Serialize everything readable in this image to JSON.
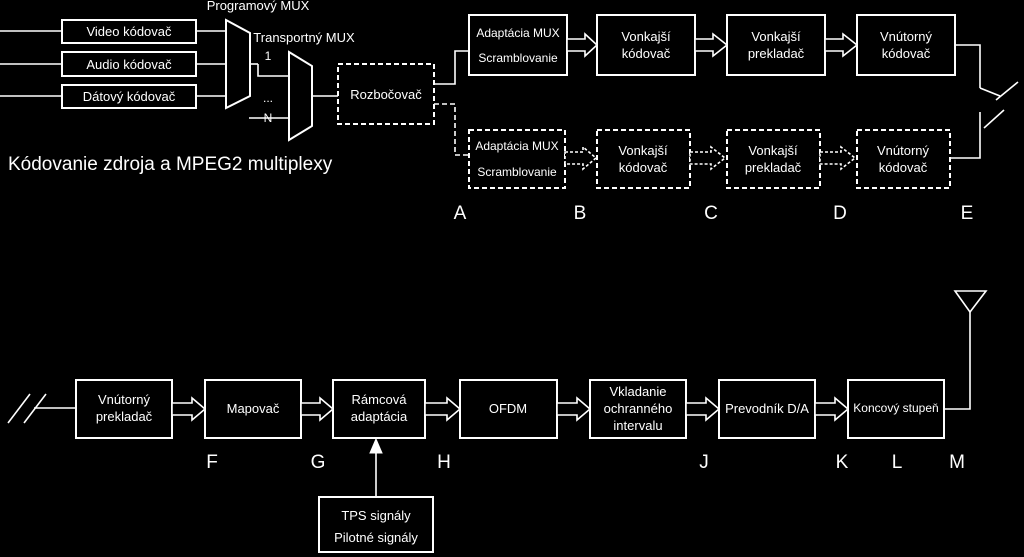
{
  "source": {
    "video": "Video kódovač",
    "audio": "Audio kódovač",
    "data": "Dátový kódovač",
    "program_mux": "Programový MUX",
    "transport_mux": "Transportný MUX",
    "tmux_1": "1",
    "tmux_dots": "...",
    "tmux_n": "N",
    "splitter": "Rozbočovač",
    "title": "Kódovanie zdroja a MPEG2 multiplexy"
  },
  "row1": {
    "adapt_line1": "Adaptácia MUX",
    "adapt_line2": "Scramblovanie",
    "outer_coder_1": "Vonkajší",
    "outer_coder_2": "kódovač",
    "outer_int_1": "Vonkajší",
    "outer_int_2": "prekladač",
    "inner_coder_1": "Vnútorný",
    "inner_coder_2": "kódovač"
  },
  "letters_top": [
    "A",
    "B",
    "C",
    "D",
    "E"
  ],
  "row2": {
    "inner_int_1": "Vnútorný",
    "inner_int_2": "prekladač",
    "mapper": "Mapovač",
    "frame_1": "Rámcová",
    "frame_2": "adaptácia",
    "ofdm": "OFDM",
    "guard_1": "Vkladanie",
    "guard_2": "ochranného",
    "guard_3": "intervalu",
    "dac": "Prevodník D/A",
    "final_stage": "Koncový stupeň",
    "tps": "TPS signály",
    "pilot": "Pilotné signály"
  },
  "letters_bottom": [
    "F",
    "G",
    "H",
    "J",
    "K",
    "L",
    "M"
  ]
}
